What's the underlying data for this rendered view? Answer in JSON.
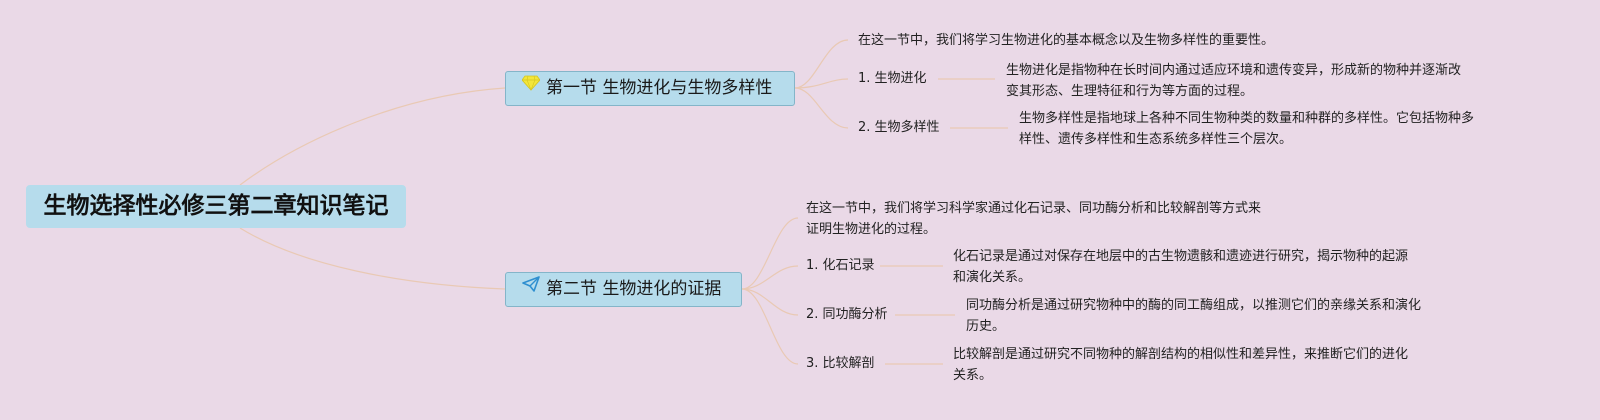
{
  "root": {
    "title": "生物选择性必修三第二章知识笔记"
  },
  "sections": [
    {
      "title": "第一节 生物进化与生物多样性",
      "icon": "gem-icon",
      "intro": [
        "在这一节中，我们将学习生物进化的基本概念以及生物多样性的重要性。"
      ],
      "items": [
        {
          "label": "1. 生物进化",
          "detail": [
            "生物进化是指物种在长时间内通过适应环境和遗传变异，形成新的物种并逐渐改",
            "变其形态、生理特征和行为等方面的过程。"
          ]
        },
        {
          "label": "2. 生物多样性",
          "detail": [
            "生物多样性是指地球上各种不同生物种类的数量和种群的多样性。它包括物种多",
            "样性、遗传多样性和生态系统多样性三个层次。"
          ]
        }
      ]
    },
    {
      "title": "第二节 生物进化的证据",
      "icon": "paper-plane-icon",
      "intro": [
        "在这一节中，我们将学习科学家通过化石记录、同功酶分析和比较解剖等方式来",
        "证明生物进化的过程。"
      ],
      "items": [
        {
          "label": "1. 化石记录",
          "detail": [
            "化石记录是通过对保存在地层中的古生物遗骸和遗迹进行研究，揭示物种的起源",
            "和演化关系。"
          ]
        },
        {
          "label": "2. 同功酶分析",
          "detail": [
            "同功酶分析是通过研究物种中的酶的同工酶组成，以推测它们的亲缘关系和演化",
            "历史。"
          ]
        },
        {
          "label": "3. 比较解剖",
          "detail": [
            "比较解剖是通过研究不同物种的解剖结构的相似性和差异性，来推断它们的进化",
            "关系。"
          ]
        }
      ]
    }
  ],
  "colors": {
    "background": "#ead9e7",
    "topic_fill": "#b6dcec",
    "topic_border": "#84b5c9",
    "connector": "#e9c9b4",
    "gem": "#f3e63a",
    "plane": "#2f8fd0"
  }
}
